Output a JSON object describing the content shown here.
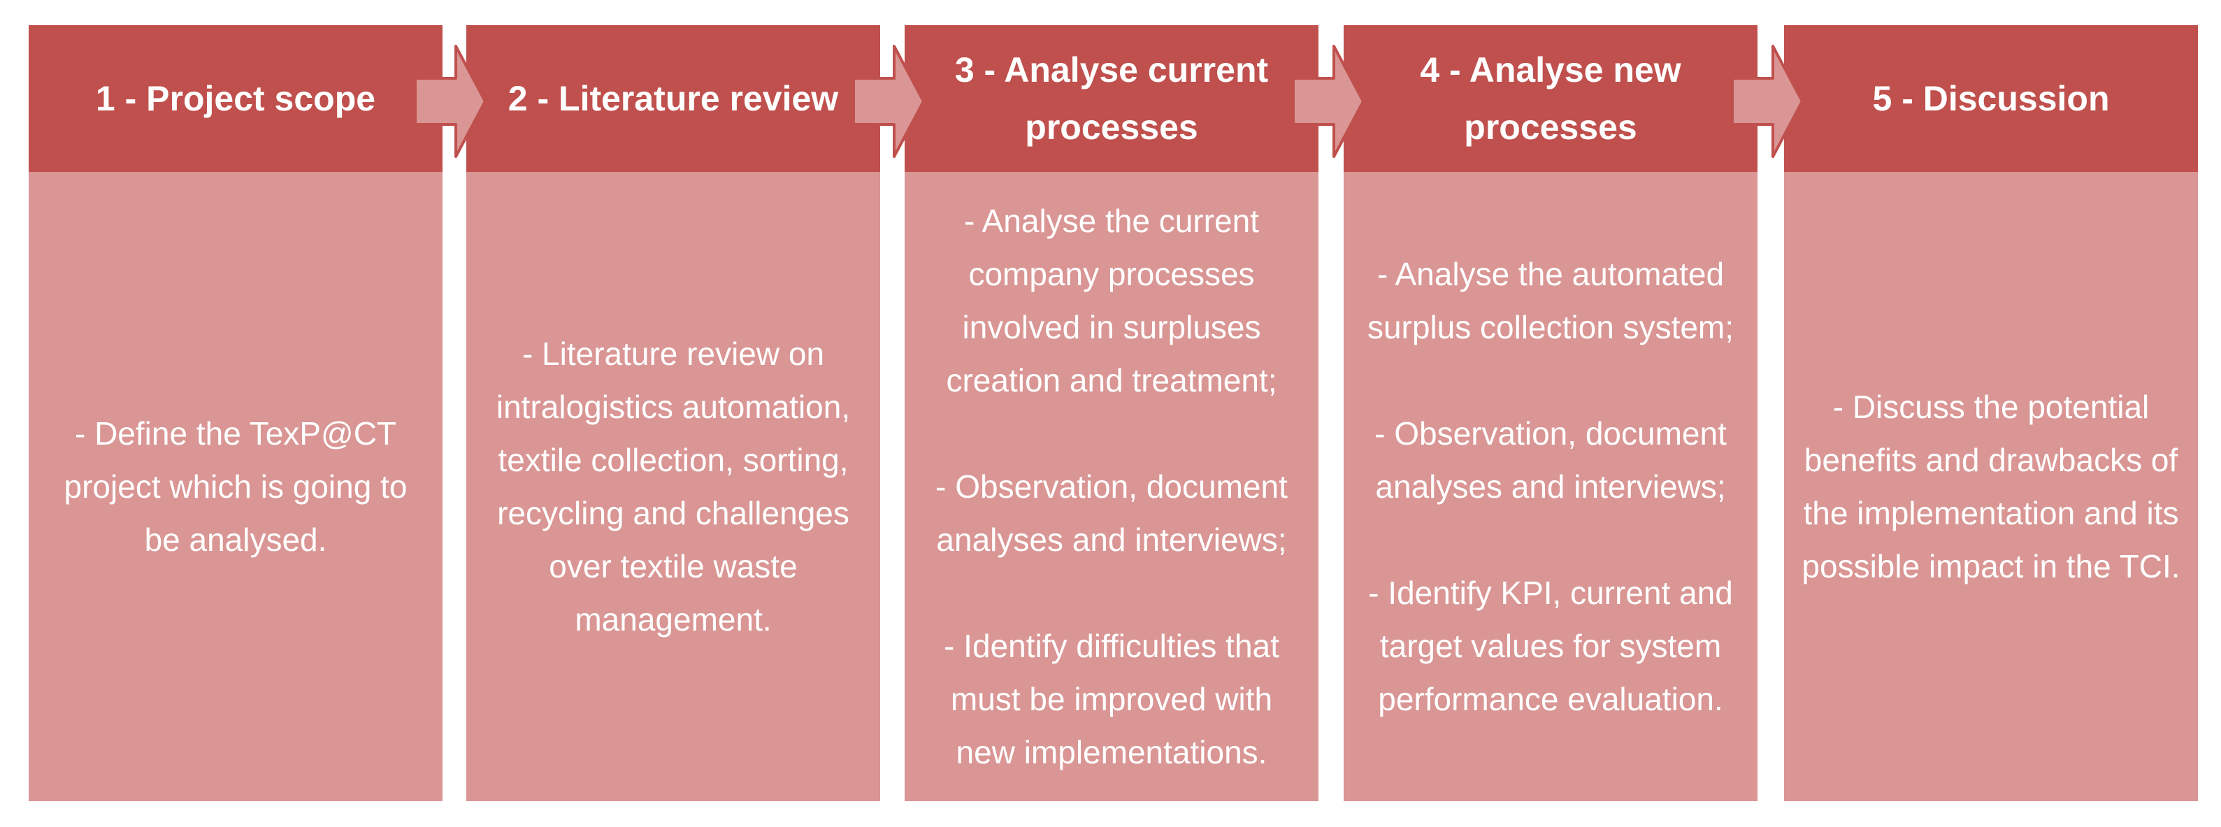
{
  "colors": {
    "header": "#c0504d",
    "body": "#d99694",
    "arrow_fill": "#d99694",
    "arrow_stroke": "#c0504d",
    "text": "#ffffff"
  },
  "stages": [
    {
      "title": "1 - Project scope",
      "body": [
        "- Define the TexP@CT project which is going to be analysed."
      ]
    },
    {
      "title": "2 - Literature review",
      "body": [
        "- Literature review on intralogistics automation, textile collection, sorting, recycling and challenges over textile waste management."
      ]
    },
    {
      "title": "3 - Analyse current processes",
      "body": [
        "- Analyse the current company processes involved in surpluses creation and treatment;",
        "- Observation, document analyses and interviews;",
        "- Identify difficulties that must be improved with new implementations."
      ]
    },
    {
      "title": "4 - Analyse new processes",
      "body": [
        "- Analyse the automated surplus collection system;",
        "- Observation, document analyses and interviews;",
        "- Identify KPI, current and target values for system performance evaluation."
      ]
    },
    {
      "title": "5 - Discussion",
      "body": [
        "- Discuss the potential benefits and drawbacks of the implementation and its possible impact in the TCI."
      ]
    }
  ]
}
